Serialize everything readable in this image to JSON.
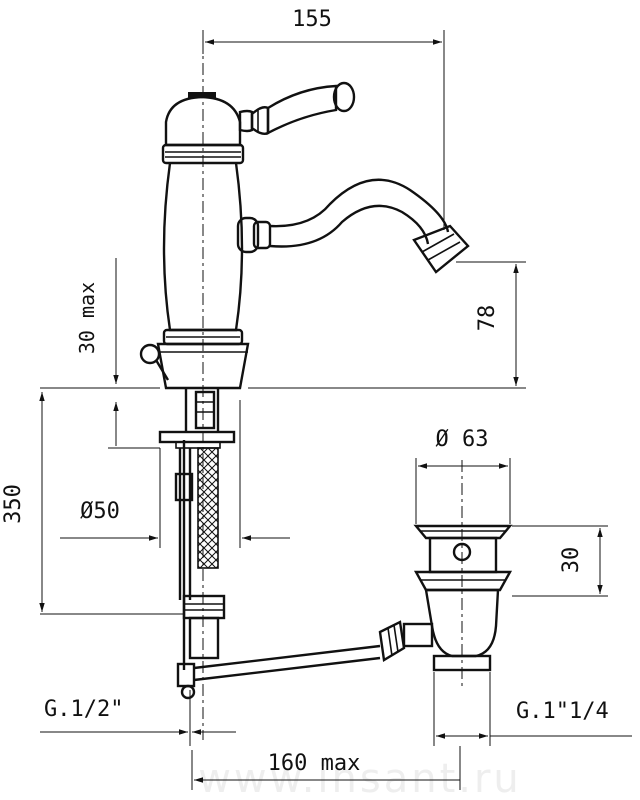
{
  "dimensions": {
    "width_top": "155",
    "spout_height": "78",
    "max_thickness": "30 max",
    "height_total": "350",
    "hole_diameter": "Ø50",
    "waste_diameter": "Ø 63",
    "waste_height": "30",
    "inlet_thread": "G.1/2\"",
    "waste_thread": "G.1\"1/4",
    "rod_length": "160 max"
  },
  "watermark": "www.insant.ru"
}
